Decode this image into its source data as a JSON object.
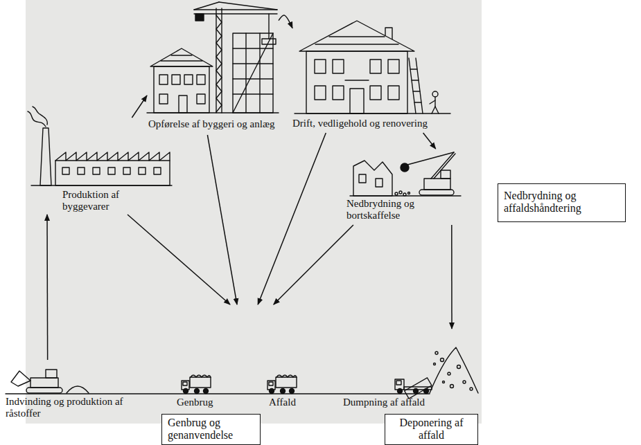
{
  "diagram": {
    "nodes": [
      {
        "text": [
          "Opførelse af byggeri og anlæg"
        ]
      },
      {
        "text": [
          "Drift, vedligehold og renovering"
        ]
      },
      {
        "text": [
          "Produktion af byggevarer"
        ]
      },
      {
        "text": [
          "Nedbrydning og bortskaffelse"
        ]
      },
      {
        "text": [
          "Nedbrydning og affaldshåndtering"
        ]
      },
      {
        "text": [
          "Indvinding og produktion af råstoffer"
        ]
      },
      {
        "text": [
          "Genbrug"
        ]
      },
      {
        "text": [
          "Affald"
        ]
      },
      {
        "text": [
          "Dumpning af affald"
        ]
      },
      {
        "text": [
          "Genbrug og genanvendelse"
        ]
      },
      {
        "text": [
          "Deponering af affald"
        ]
      }
    ],
    "edges": [
      {
        "from": 5,
        "to": 2,
        "arrow": "to"
      },
      {
        "from": 2,
        "to": 0,
        "arrow": "to"
      },
      {
        "from": 0,
        "to": 1,
        "arrow": "to"
      },
      {
        "from": 1,
        "to": 3,
        "arrow": "to"
      },
      {
        "from": 3,
        "to": 8,
        "arrow": "to"
      },
      {
        "from": 2,
        "to": 6,
        "arrow": "to"
      },
      {
        "from": 0,
        "to": 6,
        "arrow": "to"
      },
      {
        "from": 1,
        "to": 7,
        "arrow": "to"
      },
      {
        "from": 3,
        "to": 7,
        "arrow": "to"
      }
    ]
  }
}
